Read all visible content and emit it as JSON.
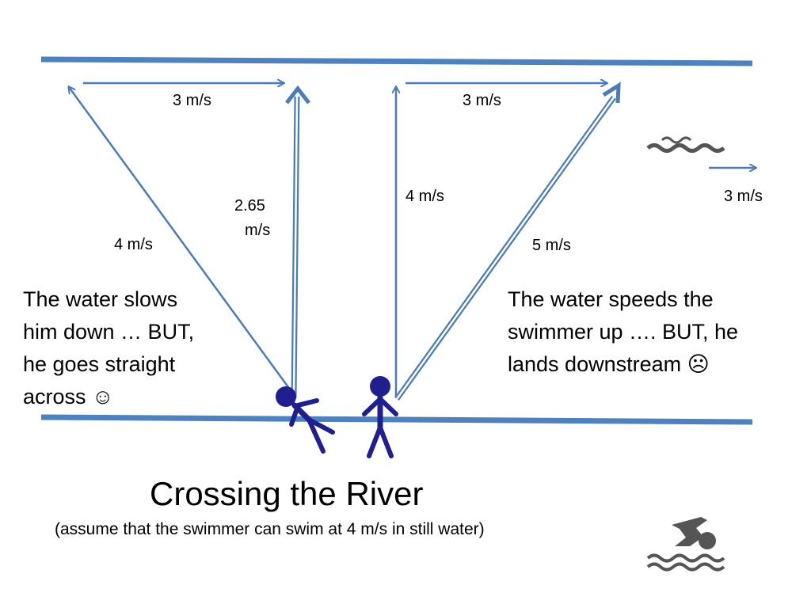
{
  "colors": {
    "bank": "#4f81bd",
    "vector": "#4a7cb8",
    "figure": "#1f1f8f",
    "icon": "#555555"
  },
  "labels": {
    "left_current": "3 m/s",
    "left_resultant_line1": "2.65",
    "left_resultant_line2": "m/s",
    "left_swim": "4 m/s",
    "right_current": "3 m/s",
    "right_swim": "4 m/s",
    "right_resultant": "5 m/s",
    "key_current": "3 m/s"
  },
  "notes": {
    "left": [
      "The water slows",
      "him down … BUT,",
      "he goes straight",
      "across ☺"
    ],
    "right": [
      "The water speeds the",
      "swimmer up …. BUT, he",
      "lands downstream ☹"
    ]
  },
  "title": "Crossing the River",
  "subtitle": "(assume that the swimmer can swim at 4 m/s in still water)",
  "icons": {
    "current_icon": "water-waves-icon",
    "swimmer_icon": "swimmer-icon"
  }
}
